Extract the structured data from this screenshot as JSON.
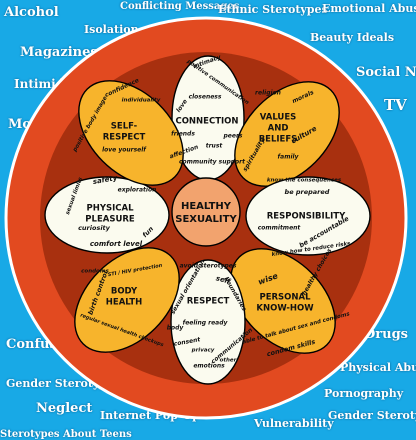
{
  "colors": {
    "background": "#18a9e6",
    "outer_ring": "#e24a20",
    "inner_disc": "#a8300f",
    "ring_stroke": "#ffffff",
    "petal_orange": "#f7b42c",
    "petal_white": "#fbfbef",
    "center": "#f2a36e"
  },
  "background_words": [
    "Alcohol",
    "Conflicting Messages",
    "Ethnic Sterotypes",
    "Emotional Abuse",
    "Isolation",
    "Magazines",
    "Beauty Ideals",
    "Intimidation",
    "Social Norms",
    "Movies",
    "TV",
    "Drugs",
    "Confusion",
    "Physical Abuse",
    "Gender Sterotypes",
    "Pornography",
    "Neglect",
    "Internet Pop-Ups",
    "Vulnerability",
    "Gender Sterotypes",
    "Sterotypes About Teens"
  ],
  "center": {
    "line1": "HEALTHY",
    "line2": "SEXUALITY"
  },
  "petals": [
    {
      "id": "connection",
      "title": [
        "CONNECTION"
      ],
      "fill": "white",
      "words": [
        "intimacy",
        "positive communication",
        "closeness",
        "love",
        "friends",
        "peers",
        "affection",
        "trust",
        "community support"
      ]
    },
    {
      "id": "values-beliefs",
      "title": [
        "VALUES",
        "AND",
        "BELIEFS"
      ],
      "fill": "orange",
      "words": [
        "religion",
        "morals",
        "culture",
        "spirituality",
        "family"
      ]
    },
    {
      "id": "responsibility",
      "title": [
        "RESPONSIBILITY"
      ],
      "fill": "white",
      "words": [
        "know the consequences",
        "be prepared",
        "commitment",
        "be accountable",
        "know how to reduce risks"
      ]
    },
    {
      "id": "personal-know-how",
      "title": [
        "PERSONAL",
        "KNOW-HOW"
      ],
      "fill": "orange",
      "words": [
        "wise",
        "healthy choices",
        "able to talk about sex and condoms",
        "condom skills"
      ]
    },
    {
      "id": "respect",
      "title": [
        "RESPECT"
      ],
      "fill": "white",
      "words": [
        "avoid sterotypes",
        "sexual orientation",
        "self",
        "boundaries",
        "feeling ready",
        "body",
        "consent",
        "communication",
        "privacy",
        "other",
        "emotions"
      ]
    },
    {
      "id": "body-health",
      "title": [
        "BODY",
        "HEALTH"
      ],
      "fill": "orange",
      "words": [
        "condoms",
        "STI / HIV protection",
        "birth control",
        "regular sexual health checkups"
      ]
    },
    {
      "id": "physical-pleasure",
      "title": [
        "PHYSICAL",
        "PLEASURE"
      ],
      "fill": "white",
      "words": [
        "safety",
        "exploration",
        "sexual limits",
        "curiosity",
        "fun",
        "comfort level"
      ]
    },
    {
      "id": "self-respect",
      "title": [
        "SELF-",
        "RESPECT"
      ],
      "fill": "orange",
      "words": [
        "confidence",
        "individuality",
        "positive body image",
        "love yourself"
      ]
    }
  ]
}
